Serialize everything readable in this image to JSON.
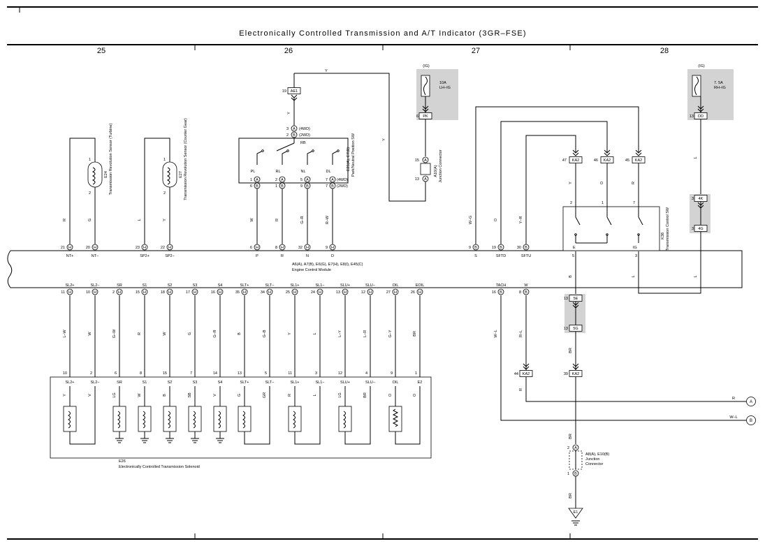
{
  "title": "Electronically Controlled Transmission and A/T Indicator (3GR–FSE)",
  "columns": [
    "25",
    "26",
    "27",
    "28"
  ],
  "ecm": {
    "name": "A6(A), A7(B), E6(G), E7(H), E8(I), E45(C)",
    "title": "Engine Control Module",
    "top_pins": [
      {
        "num": "21",
        "conn": "H",
        "label": "NT+"
      },
      {
        "num": "20",
        "conn": "H",
        "label": "NT−"
      },
      {
        "num": "23",
        "conn": "H",
        "label": "SP2+"
      },
      {
        "num": "22",
        "conn": "H",
        "label": "SP2−"
      },
      {
        "num": "6",
        "conn": "H",
        "label": "P"
      },
      {
        "num": "8",
        "conn": "H",
        "label": "R"
      },
      {
        "num": "32",
        "conn": "H",
        "label": "N"
      },
      {
        "num": "9",
        "conn": "H",
        "label": "D"
      },
      {
        "num": "9",
        "conn": "B",
        "label": "S"
      },
      {
        "num": "19",
        "conn": "B",
        "label": "SFTD"
      },
      {
        "num": "30",
        "conn": "B",
        "label": "SFTU"
      }
    ],
    "bottom_pins": [
      {
        "num": "11",
        "conn": "H",
        "label": "SL2+"
      },
      {
        "num": "10",
        "conn": "H",
        "label": "SL2−"
      },
      {
        "num": "2",
        "conn": "H",
        "label": "SR"
      },
      {
        "num": "15",
        "conn": "H",
        "label": "S1"
      },
      {
        "num": "18",
        "conn": "H",
        "label": "S2"
      },
      {
        "num": "17",
        "conn": "H",
        "label": "S3"
      },
      {
        "num": "16",
        "conn": "H",
        "label": "S4"
      },
      {
        "num": "35",
        "conn": "H",
        "label": "SLT+"
      },
      {
        "num": "34",
        "conn": "H",
        "label": "SLT−"
      },
      {
        "num": "25",
        "conn": "H",
        "label": "SL1+"
      },
      {
        "num": "24",
        "conn": "H",
        "label": "SL1−"
      },
      {
        "num": "13",
        "conn": "H",
        "label": "SLU+"
      },
      {
        "num": "12",
        "conn": "H",
        "label": "SLU−"
      },
      {
        "num": "27",
        "conn": "H",
        "label": "OIL"
      },
      {
        "num": "26",
        "conn": "H",
        "label": "EOIL"
      },
      {
        "num": "16",
        "conn": "B",
        "label": "TACH"
      },
      {
        "num": "8",
        "conn": "B",
        "label": "W"
      }
    ]
  },
  "sensors": [
    {
      "name": "E24",
      "desc": "Transmission Revolution Sensor (Turbine)",
      "pin_top": "1",
      "pin_bottom": "2",
      "wire_left": "R",
      "wire_right": "G"
    },
    {
      "name": "E27",
      "desc": "Transmission Revolution Sensor (Counter Gear)",
      "pin_top": "1",
      "pin_bottom": "2",
      "wire_left": "L",
      "wire_right": "Y"
    }
  ],
  "park_neutral": {
    "name": "E25(A), E7(B)",
    "desc": "Park/Neutral Position SW",
    "rb": "RB",
    "pos_labels": [
      "PL",
      "RL",
      "NL",
      "DL"
    ],
    "row_4wd": [
      "1",
      "2",
      "5",
      "7"
    ],
    "row_2wd": [
      "6",
      "1",
      "9",
      "7"
    ],
    "conn_4wd": [
      "A",
      "A",
      "A",
      "A"
    ],
    "conn_2wd": [
      "B",
      "B",
      "B",
      "B"
    ],
    "tag_4wd": "(4WD)",
    "tag_2wd": "(2WD)",
    "in_pins": [
      {
        "num": "3",
        "conn": "A",
        "tag": "(4WD)"
      },
      {
        "num": "2",
        "conn": "B",
        "tag": "(2WD)"
      }
    ],
    "ae1": {
      "num": "19",
      "code": "AE1"
    },
    "wires": [
      "W",
      "R",
      "G–R",
      "R–W"
    ],
    "wire_y": "Y"
  },
  "fuse_lh": {
    "ig": "(IG)",
    "label1": "10A",
    "label2": "LH–IG",
    "pin": "6",
    "code": "PK"
  },
  "fuse_rh": {
    "ig": "(IG)",
    "label1": "7. 5A",
    "label2": "RH–IG",
    "pin": "13",
    "code": "DD"
  },
  "a10": {
    "name": "A10(A)",
    "desc": "Junction Connector",
    "pin_top": "15",
    "pin_bottom": "13",
    "conn": "A"
  },
  "trans_sw": {
    "name": "K38",
    "desc": "Transmission Control SW",
    "pins_top": [
      "2",
      "1",
      "7"
    ],
    "labels": [
      "SFTU",
      "SFTD",
      "S"
    ],
    "e_pin": "5",
    "e_label": "E",
    "ig_pin": "3",
    "ig_label": "IG",
    "wires_top": [
      "Y",
      "O",
      "R"
    ]
  },
  "ka2": [
    {
      "num": "47",
      "code": "KA2"
    },
    {
      "num": "46",
      "code": "KA2"
    },
    {
      "num": "45",
      "code": "KA2"
    },
    {
      "num": "44",
      "code": "KA2"
    },
    {
      "num": "39",
      "code": "KA2"
    }
  ],
  "conn_4k": {
    "num": "3",
    "code": "4K"
  },
  "conn_4g": {
    "num": "3",
    "code": "4G"
  },
  "conn_5e": {
    "num": "13",
    "code": "5E"
  },
  "conn_5g": {
    "num": "13",
    "code": "5G"
  },
  "a8": {
    "name": "A8(A), E10(B)",
    "desc1": "Junction",
    "desc2": "Connector",
    "pin_top": "2",
    "conn_top": "A",
    "pin_bottom": "1",
    "conn_bottom": "B"
  },
  "ground": {
    "code": "E1"
  },
  "wire_colors_mid": [
    "W–G",
    "O",
    "Y–R"
  ],
  "wire_colors_right": [
    "L",
    "B",
    "L",
    "BR",
    "BR",
    "BR"
  ],
  "wire_colors_lower": [
    "L–W",
    "W",
    "G–W",
    "R",
    "W",
    "G",
    "G–R",
    "B",
    "G–B",
    "Y",
    "L",
    "L–Y",
    "L–R",
    "G–Y",
    "BR",
    "W–L",
    "R–L"
  ],
  "solenoid": {
    "name": "E26",
    "desc": "Electronically Controlled Transmission Solenoid",
    "pins": [
      "10",
      "2",
      "6",
      "8",
      "15",
      "7",
      "14",
      "13",
      "5",
      "11",
      "3",
      "12",
      "4",
      "9",
      "1"
    ],
    "labels": [
      "SL2+",
      "SL2−",
      "SR",
      "S1",
      "S2",
      "S3",
      "S4",
      "SLT+",
      "SLT−",
      "SL1+",
      "SL1−",
      "SLU+",
      "SLU−",
      "OIL",
      "E2"
    ],
    "inner_wires": [
      "Y",
      "V",
      "LG",
      "W",
      "B",
      "SB",
      "V",
      "G",
      "GR",
      "R",
      "L",
      "LG",
      "BR",
      "O",
      "O"
    ]
  },
  "outputs": [
    {
      "wire": "R",
      "label": "A"
    },
    {
      "wire": "W–L",
      "label": "B"
    }
  ]
}
